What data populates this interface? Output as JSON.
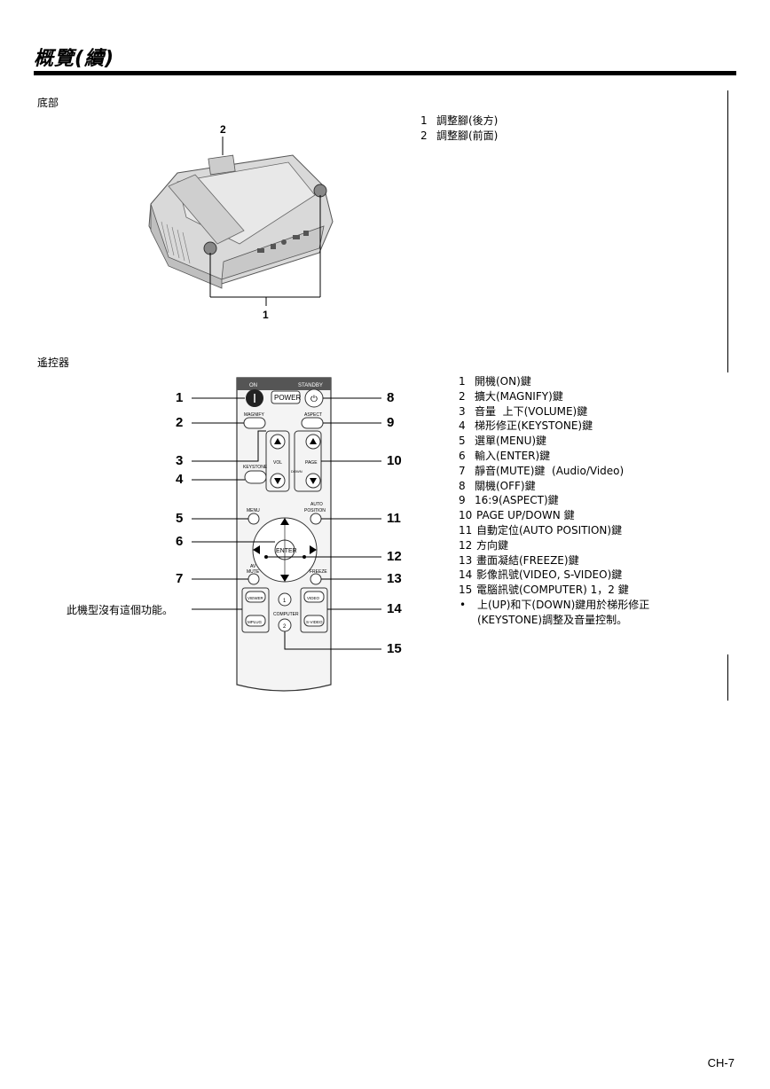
{
  "header": {
    "title": "概覽(續)"
  },
  "bottom_section": {
    "label": "底部",
    "callouts": [
      "2",
      "1"
    ],
    "items": [
      {
        "num": "1",
        "text": "調整腳(後方)"
      },
      {
        "num": "2",
        "text": "調整腳(前面)"
      }
    ]
  },
  "remote_section": {
    "label": "遙控器",
    "side_note": "此機型沒有這個功能。",
    "remote_labels": {
      "on": "ON",
      "standby": "STANDBY",
      "power": "POWER",
      "magnify": "MAGNIFY",
      "aspect": "ASPECT",
      "vol": "VOL",
      "page": "PAGE",
      "keystone": "KEYSTONE",
      "menu": "MENU",
      "auto": "AUTO",
      "position": "POSITION",
      "enter": "ENTER",
      "av": "AV",
      "mute": "MUTE",
      "freeze": "FREEZE",
      "viewer": "VIEWER",
      "mpluq": "MPLUG",
      "video": "VIDEO",
      "svideo": "S-VIDEO",
      "computer": "COMPUTER",
      "c1": "1",
      "c2": "2",
      "down": "DOWN"
    },
    "callouts_left": [
      "1",
      "2",
      "3",
      "4",
      "5",
      "6",
      "7"
    ],
    "callouts_right": [
      "8",
      "9",
      "10",
      "11",
      "12",
      "13",
      "14",
      "15"
    ],
    "items": [
      {
        "num": "1",
        "text": "開機(ON)鍵"
      },
      {
        "num": "2",
        "text": "擴大(MAGNIFY)鍵"
      },
      {
        "num": "3",
        "text": "音量  上下(VOLUME)鍵"
      },
      {
        "num": "4",
        "text": "梯形修正(KEYSTONE)鍵"
      },
      {
        "num": "5",
        "text": "選單(MENU)鍵"
      },
      {
        "num": "6",
        "text": "輸入(ENTER)鍵"
      },
      {
        "num": "7",
        "text": "靜音(MUTE)鍵  (Audio/Video)"
      },
      {
        "num": "8",
        "text": "關機(OFF)鍵"
      },
      {
        "num": "9",
        "text": "16:9(ASPECT)鍵"
      },
      {
        "num": "10",
        "text": "PAGE UP/DOWN 鍵"
      },
      {
        "num": "11",
        "text": "自動定位(AUTO POSITION)鍵"
      },
      {
        "num": "12",
        "text": "方向鍵"
      },
      {
        "num": "13",
        "text": "畫面凝結(FREEZE)鍵"
      },
      {
        "num": "14",
        "text": "影像訊號(VIDEO, S-VIDEO)鍵"
      },
      {
        "num": "15",
        "text": "電腦訊號(COMPUTER) 1，2 鍵"
      }
    ],
    "note_bullet": "•",
    "note_line1": "上(UP)和下(DOWN)鍵用於梯形修正",
    "note_line2": "(KEYSTONE)調整及音量控制。"
  },
  "footer": {
    "page_number": "CH-7"
  }
}
